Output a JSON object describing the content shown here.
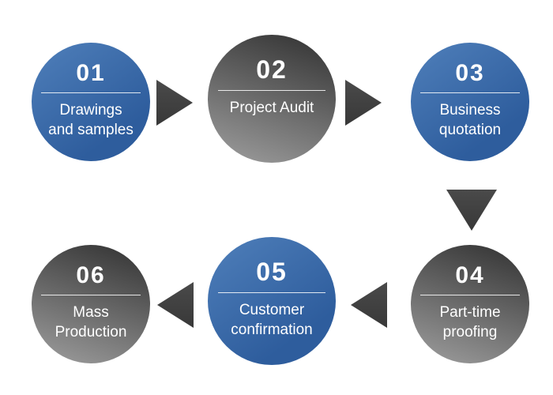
{
  "diagram": {
    "title": "",
    "steps": [
      {
        "number": "01",
        "label": "Drawings\nand samples",
        "variant": "blue"
      },
      {
        "number": "02",
        "label": "Project Audit",
        "variant": "gray"
      },
      {
        "number": "03",
        "label": "Business\nquotation",
        "variant": "blue"
      },
      {
        "number": "04",
        "label": "Part-time\nproofing",
        "variant": "gray"
      },
      {
        "number": "05",
        "label": "Customer\nconfirmation",
        "variant": "blue"
      },
      {
        "number": "06",
        "label": "Mass\nProduction",
        "variant": "gray"
      }
    ],
    "flow_order": [
      "01",
      "02",
      "03",
      "04",
      "05",
      "06"
    ],
    "colors": {
      "blue_start": "#4f7fba",
      "blue_end": "#2e5d9d",
      "gray_start": "#303030",
      "gray_end": "#9f9f9f",
      "arrow_light": "#4a4a4a",
      "arrow_dark": "#383838",
      "text": "#ffffff",
      "background": "#ffffff"
    }
  }
}
